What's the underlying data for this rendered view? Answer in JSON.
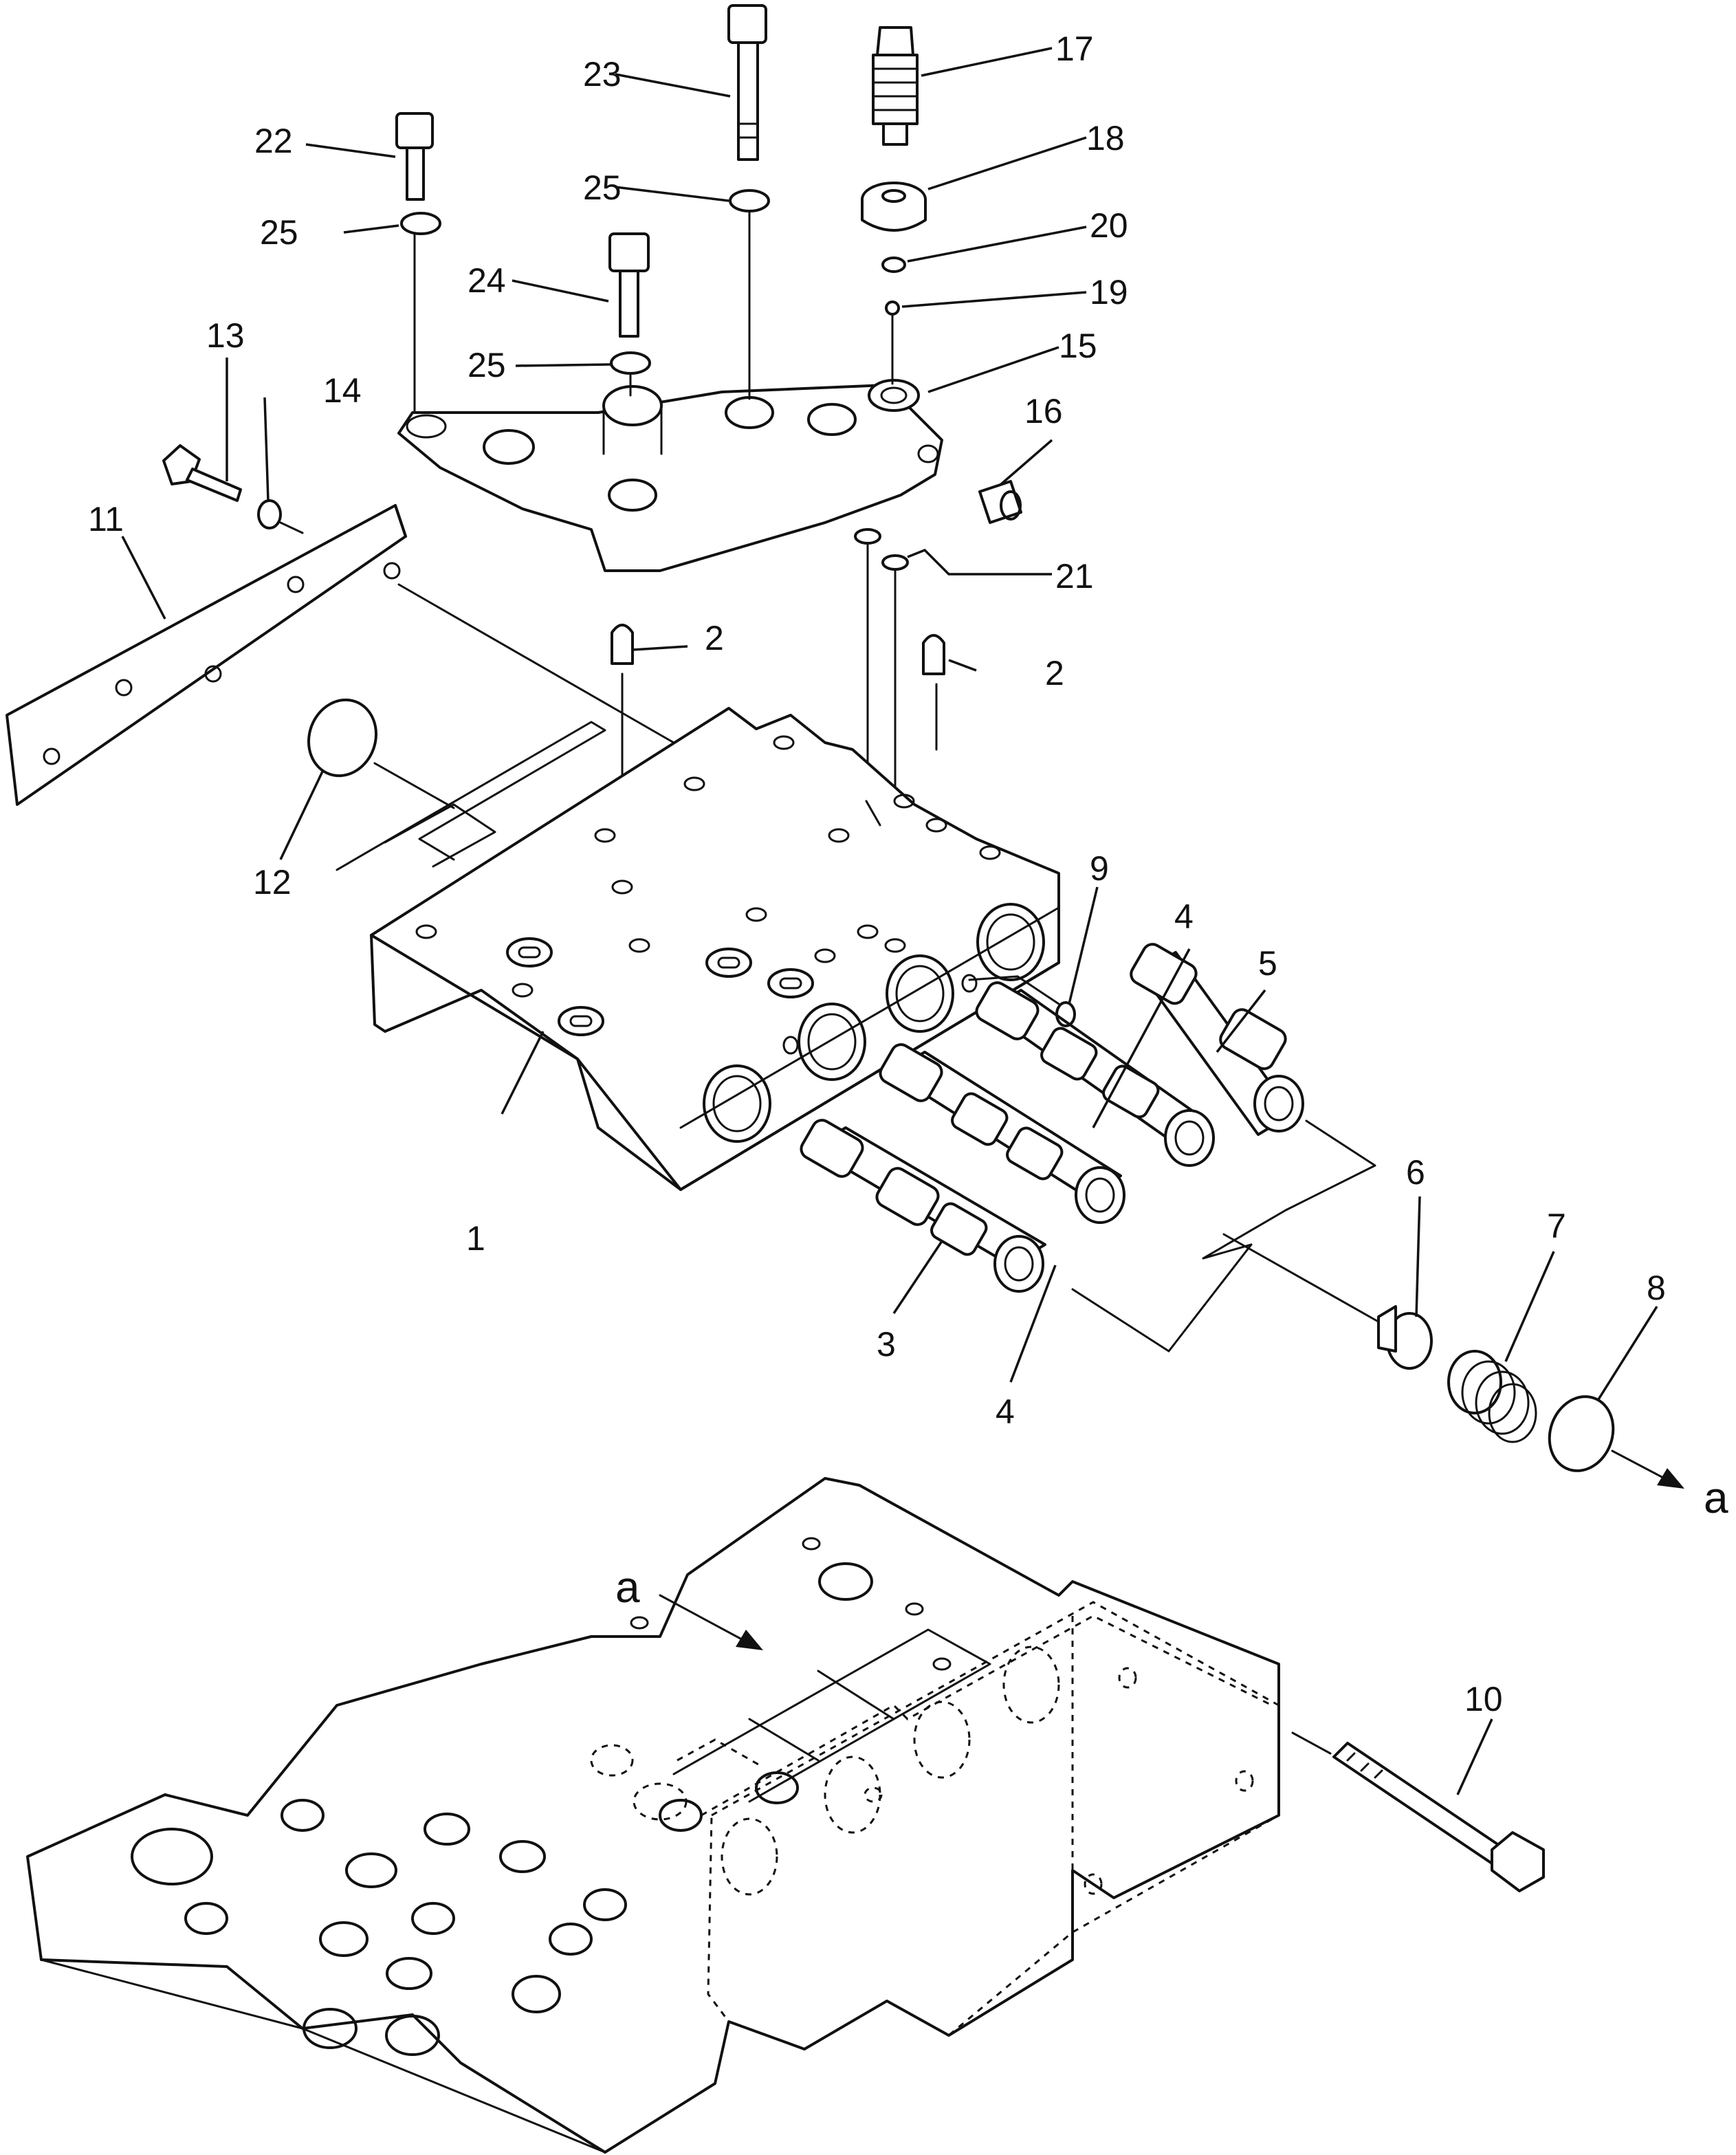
{
  "labels": {
    "l1": "1",
    "l2a": "2",
    "l2b": "2",
    "l3": "3",
    "l4a": "4",
    "l4b": "4",
    "l5": "5",
    "l6": "6",
    "l7": "7",
    "l8": "8",
    "l9": "9",
    "l10": "10",
    "l11": "11",
    "l12": "12",
    "l13": "13",
    "l14": "14",
    "l15": "15",
    "l16": "16",
    "l17": "17",
    "l18": "18",
    "l19": "19",
    "l20": "20",
    "l21": "21",
    "l22": "22",
    "l23": "23",
    "l24": "24",
    "l25a": "25",
    "l25b": "25",
    "l25c": "25",
    "ref_a_right": "a",
    "ref_a_lower": "a"
  }
}
